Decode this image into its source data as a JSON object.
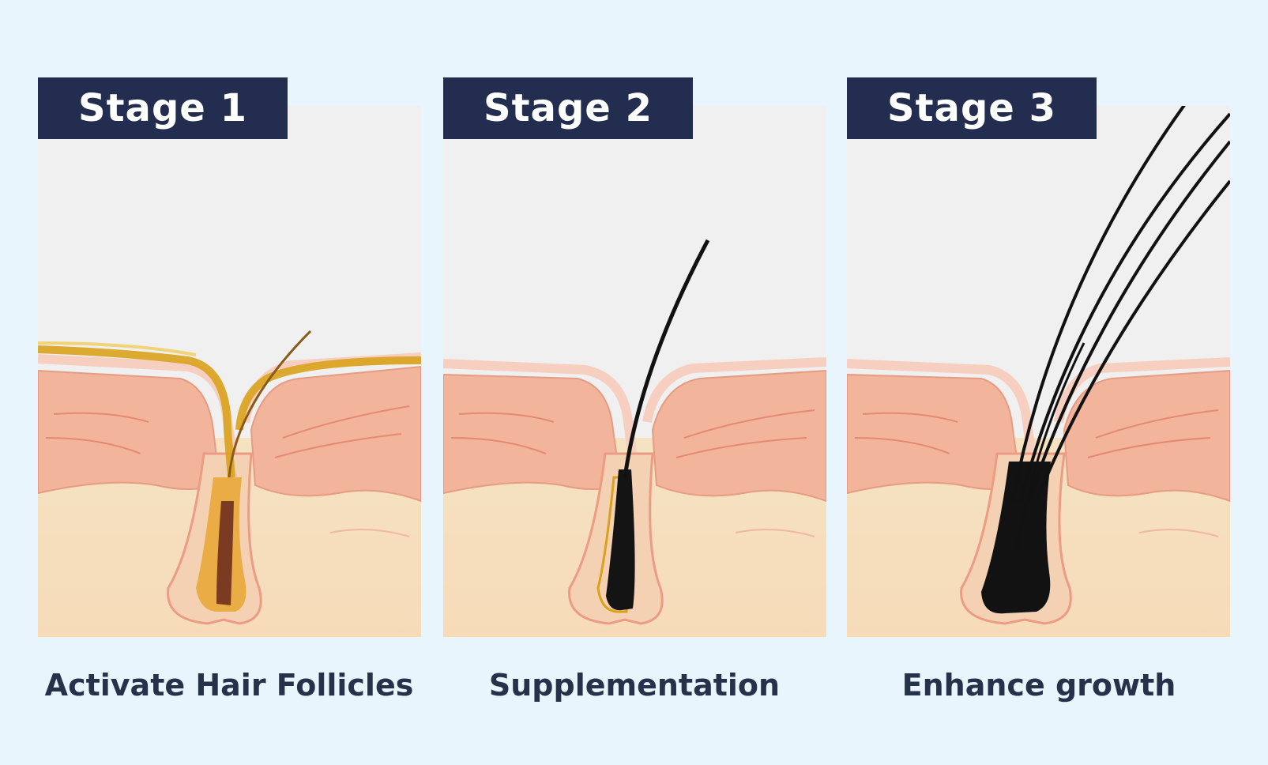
{
  "stages": [
    {
      "tab": "Stage 1",
      "caption": "Activate Hair Follicles"
    },
    {
      "tab": "Stage 2",
      "caption": "Supplementation"
    },
    {
      "tab": "Stage 3",
      "caption": "Enhance growth"
    }
  ],
  "colors": {
    "page_background": "#e9f5fd",
    "tab_background": "#222d4f",
    "tab_text": "#ffffff",
    "caption_text": "#26314a",
    "skin_epidermis": "#f2b49b",
    "skin_dermis": "#f7dbb8",
    "serum_gold": "#d9a11c",
    "hair": "#111111"
  }
}
